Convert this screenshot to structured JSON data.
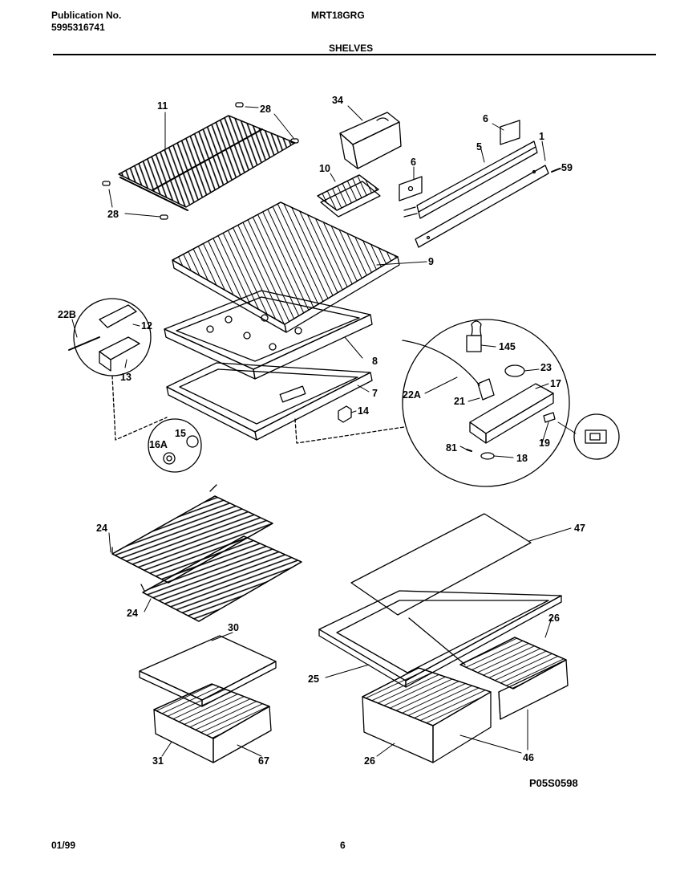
{
  "header": {
    "publication_label": "Publication No.",
    "publication_number": "5995316741",
    "model": "MRT18GRG",
    "section_title": "SHELVES"
  },
  "footer": {
    "date": "01/99",
    "page": "6"
  },
  "drawing_reference": "P05S0598",
  "callouts": {
    "c11": "11",
    "c28a": "28",
    "c28b": "28",
    "c34": "34",
    "c6a": "6",
    "c6b": "6",
    "c1": "1",
    "c5": "5",
    "c59": "59",
    "c10": "10",
    "c9": "9",
    "c22B": "22B",
    "c12": "12",
    "c13": "13",
    "c8": "8",
    "c7": "7",
    "c14": "14",
    "c15": "15",
    "c16A": "16A",
    "c145": "145",
    "c23": "23",
    "c17": "17",
    "c22A": "22A",
    "c21": "21",
    "c19": "19",
    "c81": "81",
    "c18": "18",
    "c24a": "24",
    "c24b": "24",
    "c47": "47",
    "c30": "30",
    "c26a": "26",
    "c26b": "26",
    "c25": "25",
    "c31": "31",
    "c67": "67",
    "c46": "46"
  }
}
